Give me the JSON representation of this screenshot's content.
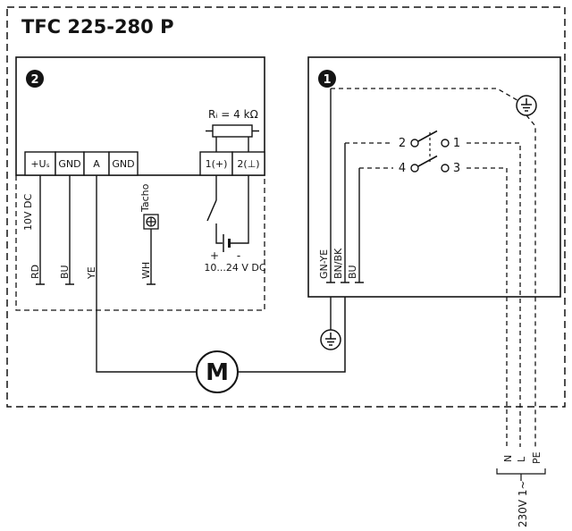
{
  "title": "TFC 225-280 P",
  "controller": {
    "badge": "2",
    "terminals": [
      "+Uₛ",
      "GND",
      "A",
      "GND"
    ],
    "supply_label": "10V DC",
    "tacho_label": "Tacho",
    "wire_labels": {
      "rd": "RD",
      "bu": "BU",
      "ye": "YE",
      "wh": "WH"
    },
    "resistor_label": "Rᵢ = 4 kΩ",
    "input_terminals": [
      "1(+)",
      "2(⊥)"
    ],
    "battery": {
      "plus": "+",
      "minus": "-",
      "label": "10...24 V DC"
    }
  },
  "mains_box": {
    "badge": "1",
    "contacts": {
      "c2": "2",
      "c1": "1",
      "c4": "4",
      "c3": "3"
    },
    "wire_labels": {
      "gnye": "GN-YE",
      "bnbk": "BN/BK",
      "bu": "BU"
    }
  },
  "motor": {
    "label": "M"
  },
  "supply": {
    "n": "N",
    "l": "L",
    "pe": "PE",
    "voltage": "230V 1~"
  }
}
